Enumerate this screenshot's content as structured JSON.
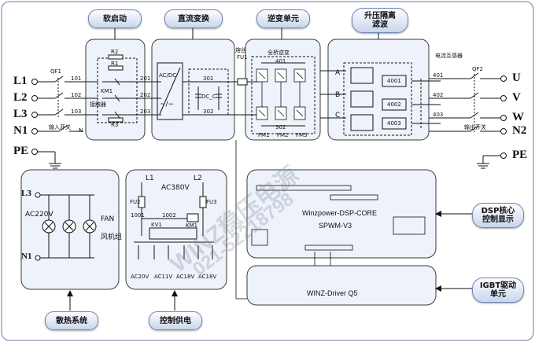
{
  "labels": {
    "soft_start": "软启动",
    "dc_conversion": "直流变换",
    "inverter_unit": "逆变单元",
    "boost_filter": "升压隔离\n滤波",
    "dsp_core": "DSP核心\n控制显示",
    "igbt_driver": "IGBT驱动\n单元",
    "cooling": "散热系统",
    "control_power": "控制供电"
  },
  "terminals": {
    "l1": "L1",
    "l2": "L2",
    "l3": "L3",
    "n1": "N1",
    "pe_in": "PE",
    "u": "U",
    "v": "V",
    "w": "W",
    "n2": "N2",
    "pe_out": "PE"
  },
  "texts": {
    "qf1": "QF1",
    "qf2": "QF2",
    "w101": "101",
    "w102": "102",
    "w103": "103",
    "w201": "201",
    "w202": "202",
    "w203": "203",
    "w301": "301",
    "w302": "302",
    "w401": "401",
    "w401b": "401",
    "w402": "402",
    "w403": "403",
    "r1": "R1",
    "r2": "R2",
    "r3": "R3",
    "km1": "KM1",
    "contactor": "接触器",
    "input_switch": "输入开关",
    "n_mark": "N",
    "acdc": "AC/DC",
    "acdc_sym": "~/−",
    "dc_c": "DC_C",
    "fuse": "熔丝",
    "fu1": "FU1",
    "full_bridge": "全桥逆变",
    "fm1": "FM1",
    "fm2": "FM2",
    "fm3": "FM3",
    "inv_302": "302",
    "filter_a": "A",
    "filter_b": "B",
    "filter_c": "C",
    "t4001": "4001",
    "t4002": "4002",
    "t4003": "4003",
    "filter_cap": "电流互感器",
    "output_switch": "输出开关",
    "l220": "L3",
    "ac220v": "AC220V",
    "n1b": "N1",
    "fan": "FAN",
    "fan_group": "风机组",
    "cp_l1": "L1",
    "cp_l2": "L2",
    "ac380v": "AC380V",
    "fu2": "FU2",
    "fu3": "FU3",
    "km1b": "KM1",
    "kv1": "KV1",
    "n1001": "1001",
    "n1002": "1002",
    "v_ac20v": "AC20V",
    "v_ac11v": "AC11V",
    "v_ac18v": "AC18V",
    "v_ac18v2": "AC18V",
    "board_dsp": "Winzpower-DSP-CORE",
    "board_spwm": "SPWM-V3",
    "board_driver": "WINZ-Driver Q5",
    "watermark": "WINZ稳压电源",
    "watermark_phone": "021-52218798"
  },
  "colors": {
    "line": "#1a1a1a",
    "dashed": "#333333",
    "panel_fill": "#eef2fa",
    "panel_stroke": "#3a3a3a",
    "pill_border": "#6f86b5"
  }
}
